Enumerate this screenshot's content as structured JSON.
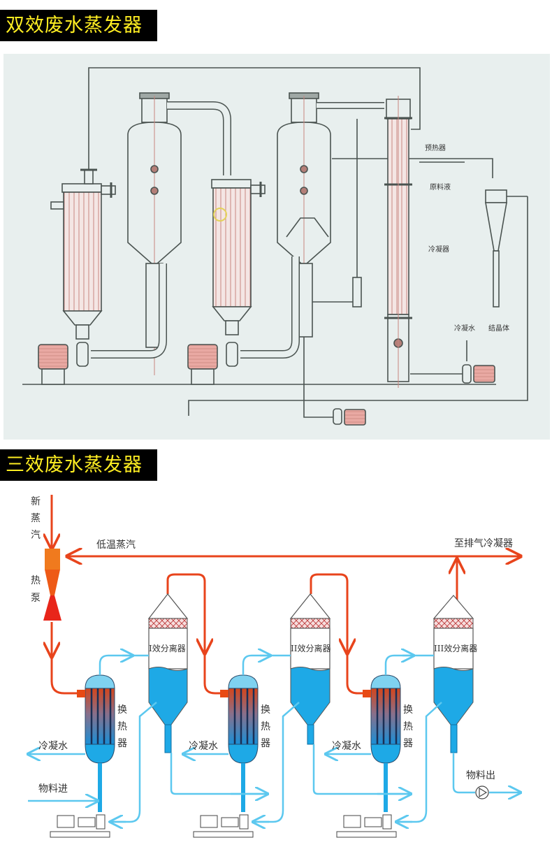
{
  "sections": [
    {
      "title": "双效废水蒸发器",
      "diagram": {
        "type": "double-effect-evaporator-schematic",
        "background": "#e8efee",
        "line_color": "#4a5350",
        "accent_color": "#c9867f",
        "labels": {
          "preheater": "预热器",
          "feed_liquid": "原料液",
          "condenser": "冷凝器",
          "cooling_water": "冷凝水",
          "crystal": "结晶体"
        }
      }
    },
    {
      "title": "三效废水蒸发器",
      "diagram": {
        "type": "triple-effect-evaporator-flow",
        "steam_color": "#e8441c",
        "liquid_color": "#1ea9e6",
        "flow_line_color": "#5cc8ef",
        "labels": {
          "fresh_steam": [
            "新",
            "蒸",
            "汽"
          ],
          "heat_pump": [
            "热",
            "泵"
          ],
          "low_temp_steam": "低温蒸汽",
          "to_exhaust_condenser": "至排气冷凝器",
          "separator_1": "I效分离器",
          "separator_2": "II效分离器",
          "separator_3": "III效分离器",
          "heat_exchanger": [
            "换",
            "热",
            "器"
          ],
          "condensate_1": "冷凝水",
          "condensate_2": "冷凝水",
          "condensate_3": "冷凝水",
          "material_in": "物料进",
          "material_out": "物料出"
        }
      }
    }
  ]
}
